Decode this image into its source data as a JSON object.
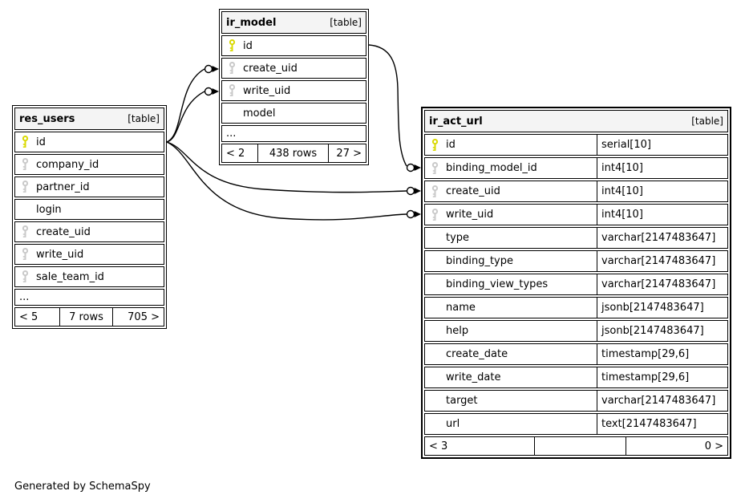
{
  "page": {
    "generated_by": "Generated by SchemaSpy"
  },
  "colors": {
    "primary_key_icon": "#d9d900",
    "foreign_key_icon": "#c9c9c9",
    "table_header_bg": "#f4f4f4",
    "border": "#000000",
    "row_bg": "#ffffff"
  },
  "tables": [
    {
      "name": "res_users",
      "tag": "[table]",
      "columns": [
        {
          "name": "id",
          "key": "primary"
        },
        {
          "name": "company_id",
          "key": "foreign"
        },
        {
          "name": "partner_id",
          "key": "foreign"
        },
        {
          "name": "login",
          "key": "none"
        },
        {
          "name": "create_uid",
          "key": "foreign"
        },
        {
          "name": "write_uid",
          "key": "foreign"
        },
        {
          "name": "sale_team_id",
          "key": "foreign"
        },
        {
          "name": "...",
          "key": "ellipsis"
        }
      ],
      "footer": {
        "left": "< 5",
        "center": "7 rows",
        "right": "705 >"
      }
    },
    {
      "name": "ir_model",
      "tag": "[table]",
      "columns": [
        {
          "name": "id",
          "key": "primary"
        },
        {
          "name": "create_uid",
          "key": "foreign"
        },
        {
          "name": "write_uid",
          "key": "foreign"
        },
        {
          "name": "model",
          "key": "none"
        },
        {
          "name": "...",
          "key": "ellipsis"
        }
      ],
      "footer": {
        "left": "< 2",
        "center": "438 rows",
        "right": "27 >"
      }
    },
    {
      "name": "ir_act_url",
      "tag": "[table]",
      "columns": [
        {
          "name": "id",
          "key": "primary",
          "type": "serial[10]"
        },
        {
          "name": "binding_model_id",
          "key": "foreign",
          "type": "int4[10]"
        },
        {
          "name": "create_uid",
          "key": "foreign",
          "type": "int4[10]"
        },
        {
          "name": "write_uid",
          "key": "foreign",
          "type": "int4[10]"
        },
        {
          "name": "type",
          "key": "none",
          "type": "varchar[2147483647]"
        },
        {
          "name": "binding_type",
          "key": "none",
          "type": "varchar[2147483647]"
        },
        {
          "name": "binding_view_types",
          "key": "none",
          "type": "varchar[2147483647]"
        },
        {
          "name": "name",
          "key": "none",
          "type": "jsonb[2147483647]"
        },
        {
          "name": "help",
          "key": "none",
          "type": "jsonb[2147483647]"
        },
        {
          "name": "create_date",
          "key": "none",
          "type": "timestamp[29,6]"
        },
        {
          "name": "write_date",
          "key": "none",
          "type": "timestamp[29,6]"
        },
        {
          "name": "target",
          "key": "none",
          "type": "varchar[2147483647]"
        },
        {
          "name": "url",
          "key": "none",
          "type": "text[2147483647]"
        }
      ],
      "footer": {
        "left": "< 3",
        "center": "",
        "right": "0 >"
      }
    }
  ],
  "relationships": [
    {
      "from": "res_users.id",
      "to": "ir_model.create_uid"
    },
    {
      "from": "res_users.id",
      "to": "ir_model.write_uid"
    },
    {
      "from": "res_users.id",
      "to": "ir_act_url.create_uid"
    },
    {
      "from": "res_users.id",
      "to": "ir_act_url.write_uid"
    },
    {
      "from": "ir_model.id",
      "to": "ir_act_url.binding_model_id"
    }
  ]
}
